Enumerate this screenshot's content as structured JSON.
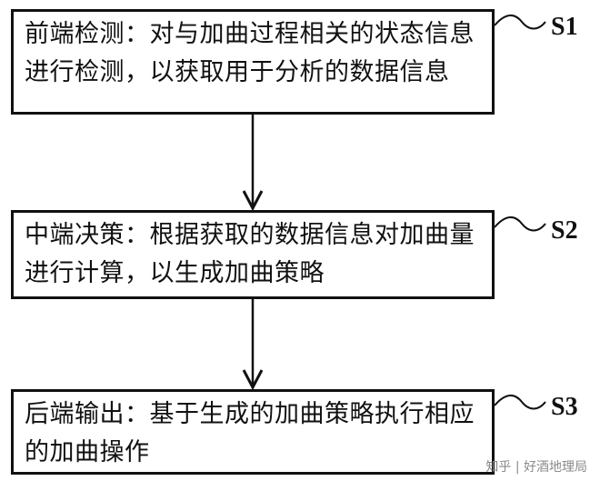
{
  "steps": [
    {
      "id": "S1",
      "text": "前端检测：对与加曲过程相关的状态信息进行检测，以获取用于分析的数据信息"
    },
    {
      "id": "S2",
      "text": "中端决策：根据获取的数据信息对加曲量进行计算，以生成加曲策略"
    },
    {
      "id": "S3",
      "text": "后端输出：基于生成的加曲策略执行相应的加曲操作"
    }
  ],
  "watermark": "知乎 | 好酒地理局"
}
